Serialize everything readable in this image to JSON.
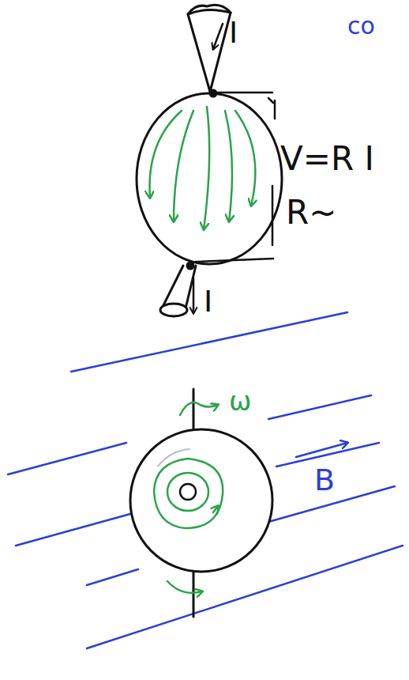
{
  "diagram": {
    "labels": [
      "co",
      "I",
      "V=R I",
      "R~",
      "I",
      "ω",
      "B"
    ]
  }
}
